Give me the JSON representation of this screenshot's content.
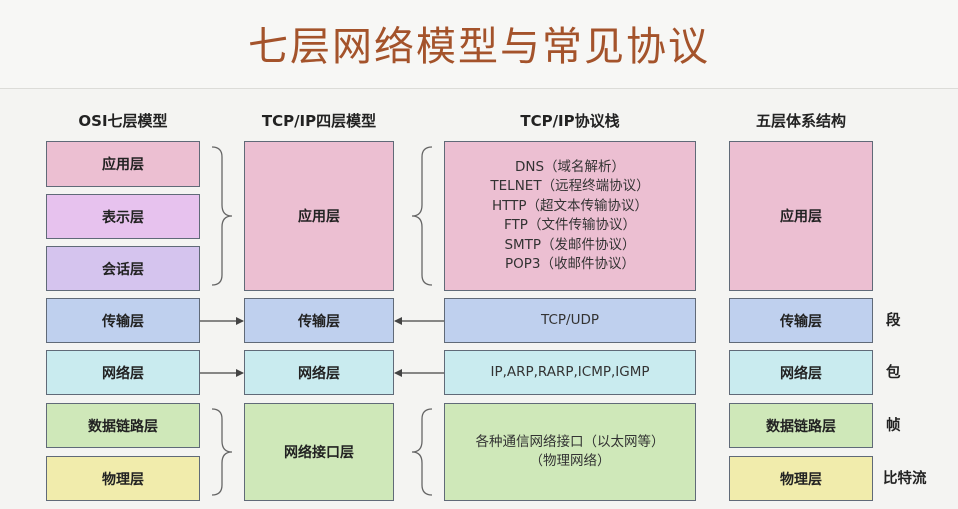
{
  "title": "七层网络模型与常见协议",
  "columns": {
    "osi": {
      "heading": "OSI七层模型",
      "layers": [
        "应用层",
        "表示层",
        "会话层",
        "传输层",
        "网络层",
        "数据链路层",
        "物理层"
      ]
    },
    "tcpip4": {
      "heading": "TCP/IP四层模型",
      "layers": [
        "应用层",
        "传输层",
        "网络层",
        "网络接口层"
      ]
    },
    "stack": {
      "heading": "TCP/IP协议栈",
      "application_protocols": [
        "DNS（域名解析）",
        "TELNET（远程终端协议）",
        "HTTP（超文本传输协议）",
        "FTP（文件传输协议）",
        "SMTP（发邮件协议）",
        "POP3（收邮件协议）"
      ],
      "transport": "TCP/UDP",
      "network": "IP,ARP,RARP,ICMP,IGMP",
      "interface_lines": [
        "各种通信网络接口（以太网等）",
        "（物理网络）"
      ]
    },
    "five": {
      "heading": "五层体系结构",
      "layers": [
        "应用层",
        "传输层",
        "网络层",
        "数据链路层",
        "物理层"
      ]
    }
  },
  "data_units": [
    "段",
    "包",
    "帧",
    "比特流"
  ],
  "colors": {
    "title": "#a4532b",
    "application": "#ecbfd2",
    "presentation": "#e7c2ee",
    "session": "#d5c4ee",
    "transport": "#bfd0ee",
    "network": "#c9ebef",
    "datalink": "#cfe8b9",
    "physical": "#f1ecac"
  }
}
